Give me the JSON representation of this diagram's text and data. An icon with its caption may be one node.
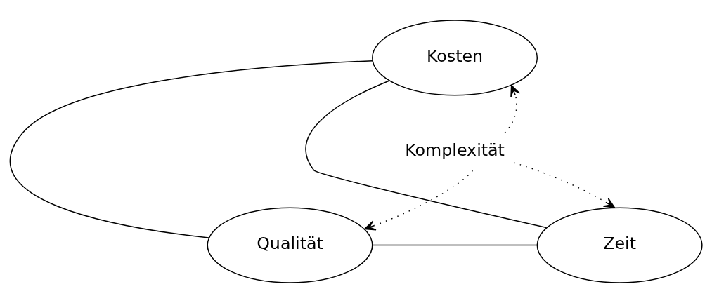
{
  "diagram": {
    "nodes": [
      {
        "text": [
          "Kosten"
        ]
      },
      {
        "text": [
          "Qualität"
        ]
      },
      {
        "text": [
          "Zeit"
        ]
      },
      {
        "text": [
          "Komplexität"
        ]
      }
    ],
    "edges": [
      {
        "from": 0,
        "to": 1,
        "arrow": "none"
      },
      {
        "from": 0,
        "to": 2,
        "arrow": "none"
      },
      {
        "from": 1,
        "to": 2,
        "arrow": "none"
      },
      {
        "from": 3,
        "to": 0,
        "arrow": "to",
        "style": "dashed"
      },
      {
        "from": 3,
        "to": 1,
        "arrow": "to",
        "style": "dashed"
      },
      {
        "from": 3,
        "to": 2,
        "arrow": "to",
        "style": "dashed"
      }
    ]
  }
}
